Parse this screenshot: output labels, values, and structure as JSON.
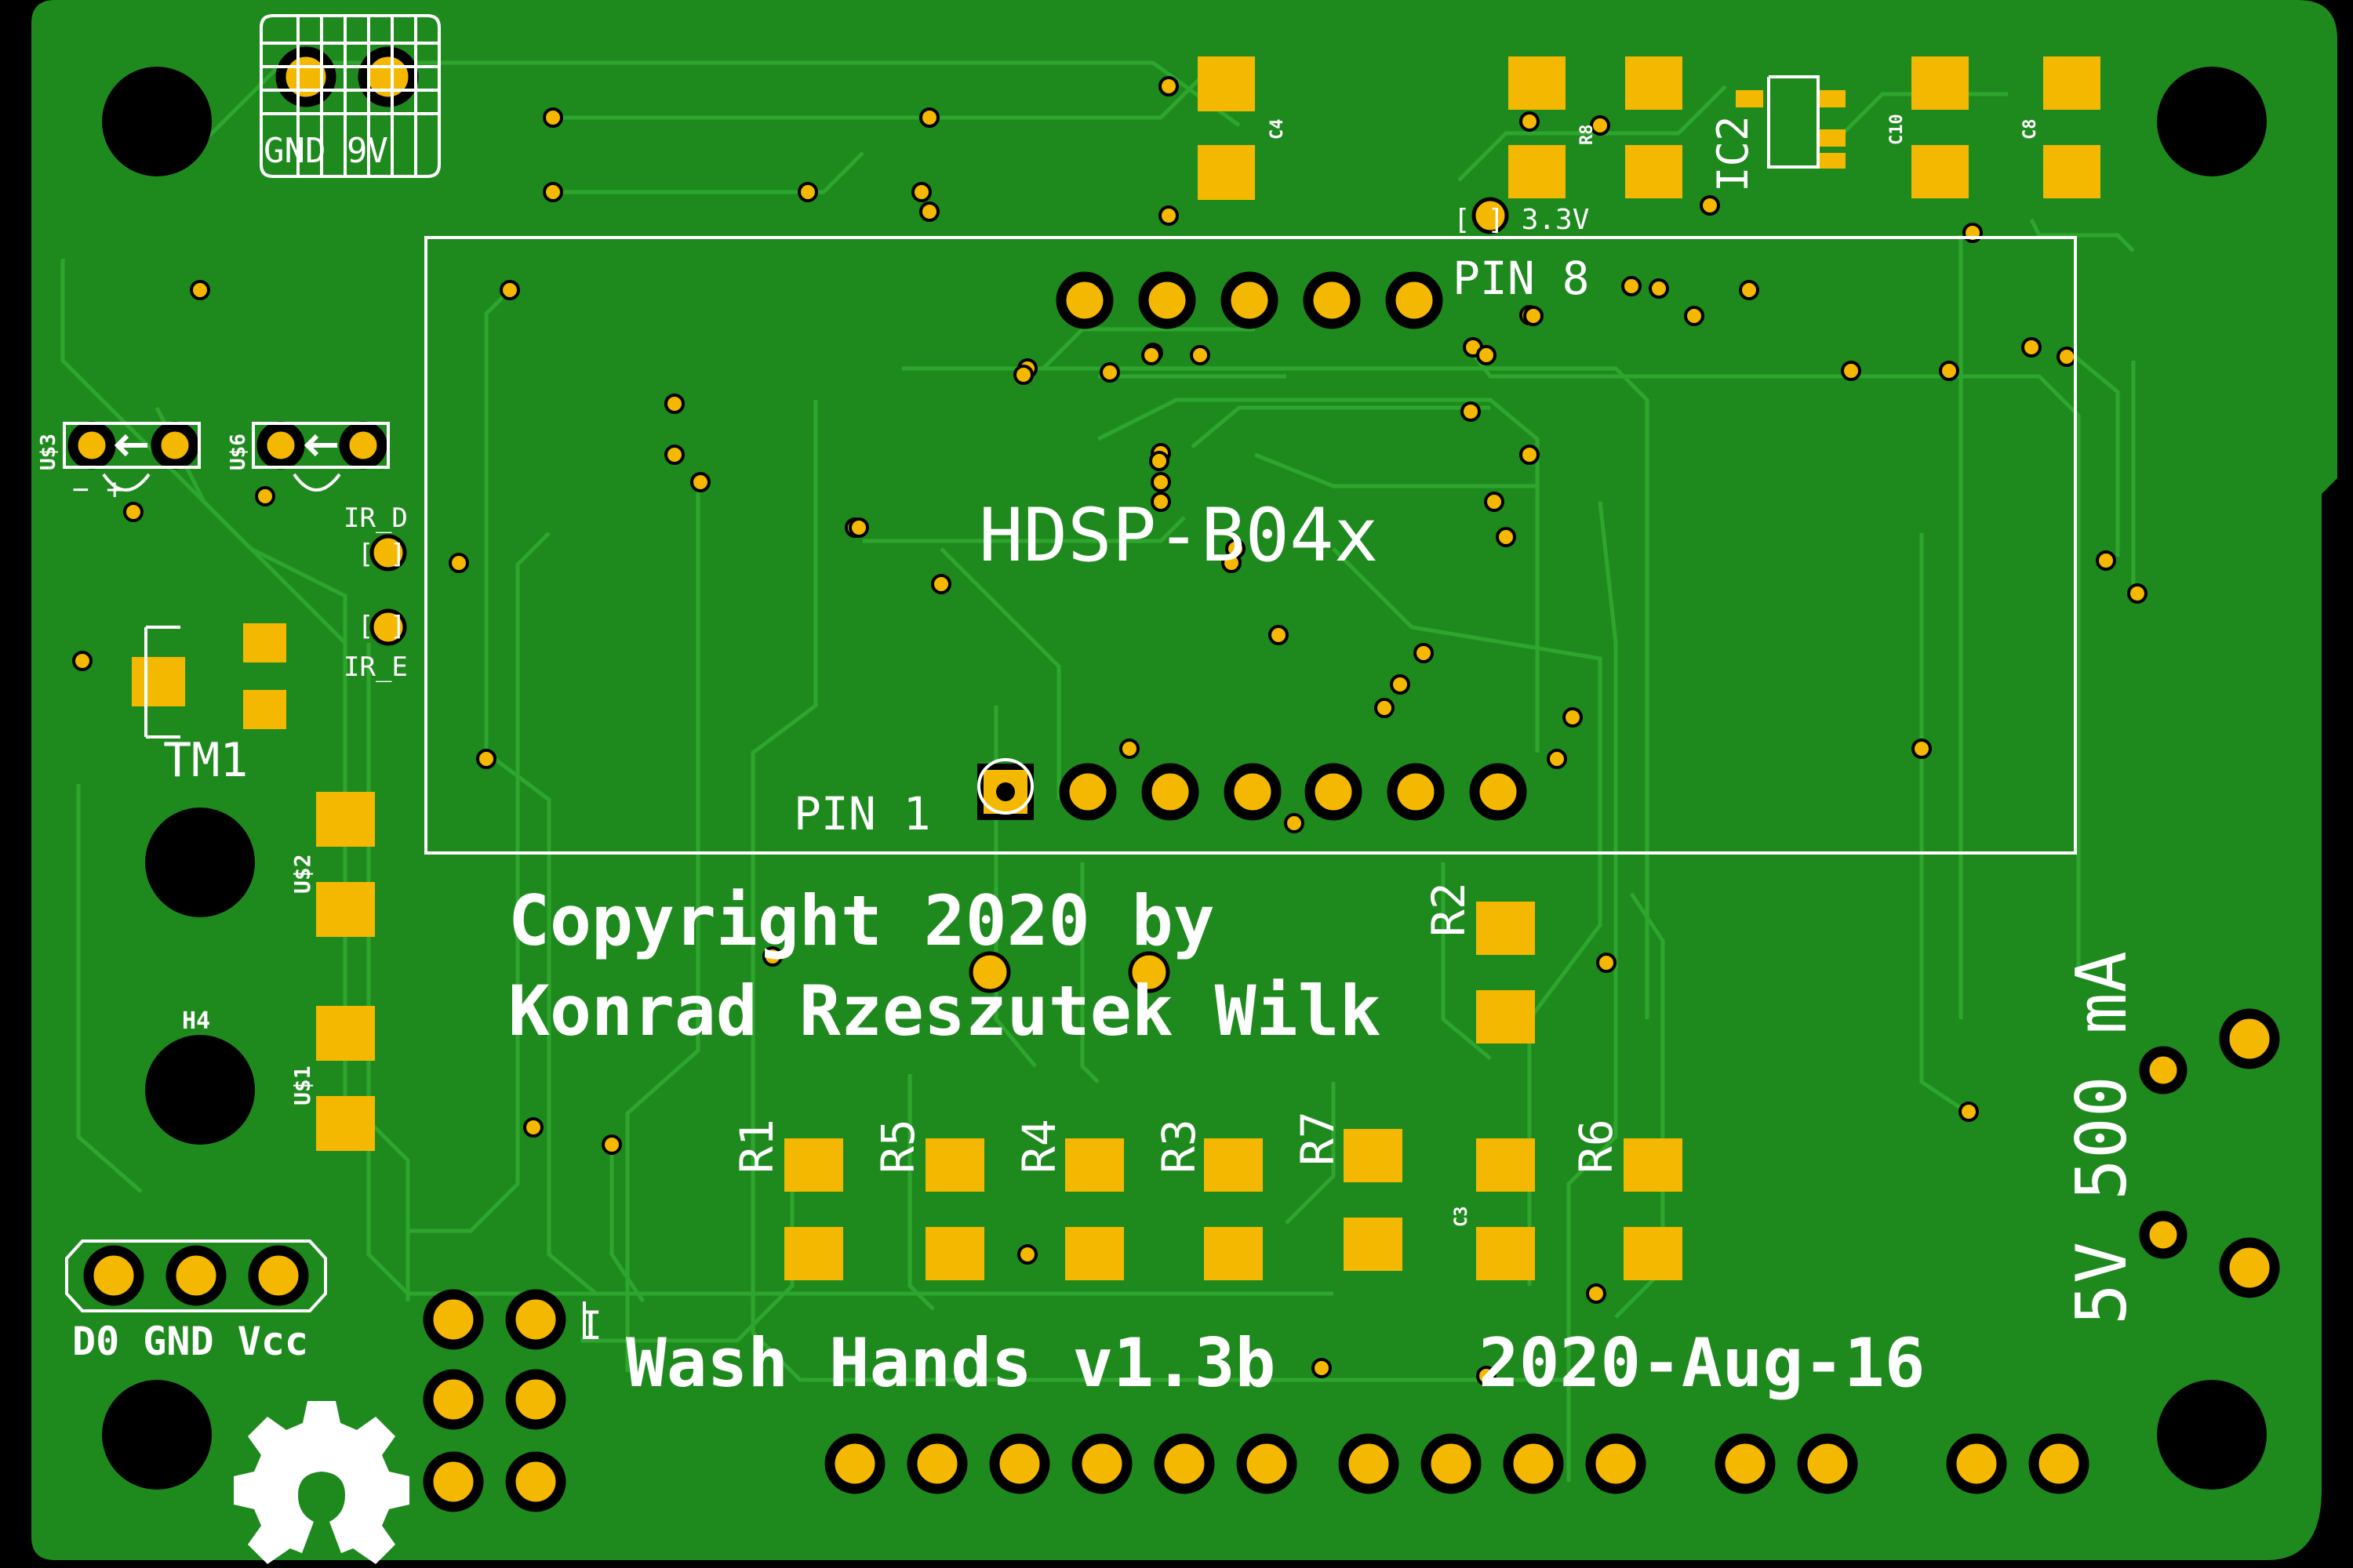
{
  "colors": {
    "background": "#000000",
    "board": "#1e8a1e",
    "trace": "#2ea62e",
    "pad": "#f5b800",
    "via": "#f5b800",
    "hole": "#000000",
    "silkscreen": "#ffffff"
  },
  "icons": {
    "open_hardware_logo": "gear-keyhole-logo",
    "polarity_arrow": "left-arrow"
  },
  "silkscreen": {
    "power_connector": "GND  9V",
    "module_name": "HDSP-B04x",
    "pin1_label": "PIN 1",
    "pin8_label": "PIN 8",
    "testpoint_3v3": "[ ] 3.3V",
    "ir_d_label": "IR_D",
    "ir_d_box": "[ ]",
    "ir_e_box": "[ ]",
    "ir_e_label": "IR_E",
    "us3_label": "U$3",
    "us6_label": "U$6",
    "us3_polarity": "−   +",
    "tm1_label": "TM1",
    "us2_label": "U$2",
    "us1_label": "U$1",
    "h4_label": "H4",
    "copyright_line1": "Copyright 2020 by",
    "copyright_line2": "Konrad Rzeszutek Wilk",
    "version": "Wash Hands v1.3b",
    "date": "2020-Aug-16",
    "power_rating": "5V 500 mA",
    "header_labels": "D0 GND Vcc",
    "c4_label": "C4",
    "r8_label": "R8",
    "ic2_label": "IC2",
    "c10_label": "C10",
    "c8_label": "C8",
    "c3_label": "C3",
    "r1_label": "R1",
    "r2_label": "R2",
    "r3_label": "R3",
    "r4_label": "R4",
    "r5_label": "R5",
    "r6_label": "R6",
    "r7_label": "R7",
    "pin_marker": "I"
  }
}
